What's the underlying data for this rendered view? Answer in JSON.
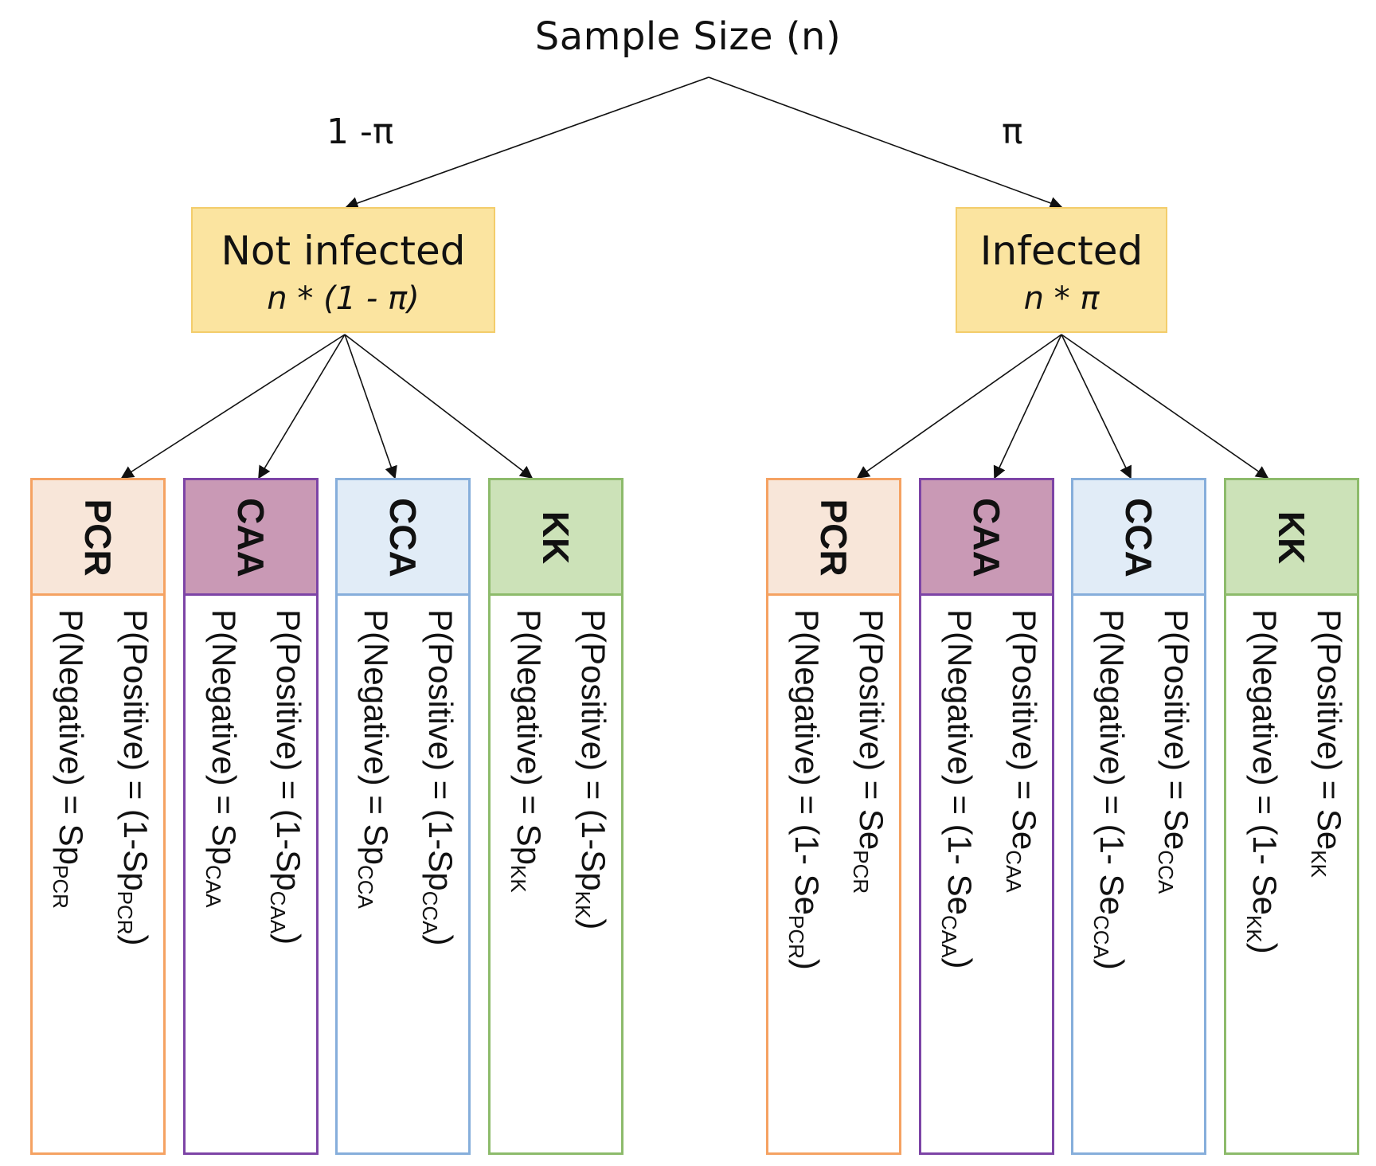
{
  "root": {
    "title": "Sample Size (n)"
  },
  "branches": {
    "left": {
      "probability": "1 -π"
    },
    "right": {
      "probability": "π"
    }
  },
  "groups": [
    {
      "label": "Not infected",
      "expression": "n * (1  -  π)",
      "tests": [
        {
          "name": "PCR",
          "color": "#f5a262",
          "fill": "#f8e6d9",
          "pos_prefix": "P(Positive) = (1-Sp",
          "pos_sub": "PCR",
          "pos_suffix": ")",
          "neg_prefix": "P(Negative) = Sp",
          "neg_sub": "PCR",
          "neg_suffix": ""
        },
        {
          "name": "CAA",
          "color": "#7d44a6",
          "fill": "#c999b5",
          "pos_prefix": "P(Positive) = (1-Sp",
          "pos_sub": "CAA",
          "pos_suffix": ")",
          "neg_prefix": "P(Negative) = Sp",
          "neg_sub": "CAA",
          "neg_suffix": ""
        },
        {
          "name": "CCA",
          "color": "#86aedb",
          "fill": "#e1ecf7",
          "pos_prefix": "P(Positive) = (1-Sp",
          "pos_sub": "CCA",
          "pos_suffix": ")",
          "neg_prefix": "P(Negative) = Sp",
          "neg_sub": "CCA",
          "neg_suffix": ""
        },
        {
          "name": "KK",
          "color": "#8dbb6b",
          "fill": "#cce2b8",
          "pos_prefix": "P(Positive) = (1-Sp",
          "pos_sub": "KK",
          "pos_suffix": ")",
          "neg_prefix": "P(Negative) = Sp",
          "neg_sub": "KK",
          "neg_suffix": ""
        }
      ]
    },
    {
      "label": "Infected",
      "expression": "n * π",
      "tests": [
        {
          "name": "PCR",
          "color": "#f5a262",
          "fill": "#f8e6d9",
          "pos_prefix": "P(Positive) = Se",
          "pos_sub": "PCR",
          "pos_suffix": "",
          "neg_prefix": "P(Negative) = (1- Se",
          "neg_sub": "PCR",
          "neg_suffix": ")"
        },
        {
          "name": "CAA",
          "color": "#7d44a6",
          "fill": "#c999b5",
          "pos_prefix": "P(Positive) = Se",
          "pos_sub": "CAA",
          "pos_suffix": "",
          "neg_prefix": "P(Negative) = (1- Se",
          "neg_sub": "CAA",
          "neg_suffix": ")"
        },
        {
          "name": "CCA",
          "color": "#86aedb",
          "fill": "#e1ecf7",
          "pos_prefix": "P(Positive) = Se",
          "pos_sub": "CCA",
          "pos_suffix": "",
          "neg_prefix": "P(Negative) = (1- Se",
          "neg_sub": "CCA",
          "neg_suffix": ")"
        },
        {
          "name": "KK",
          "color": "#8dbb6b",
          "fill": "#cce2b8",
          "pos_prefix": "P(Positive) = Se",
          "pos_sub": "KK",
          "pos_suffix": "",
          "neg_prefix": "P(Negative) = (1- Se",
          "neg_sub": "KK",
          "neg_suffix": ")"
        }
      ]
    }
  ]
}
